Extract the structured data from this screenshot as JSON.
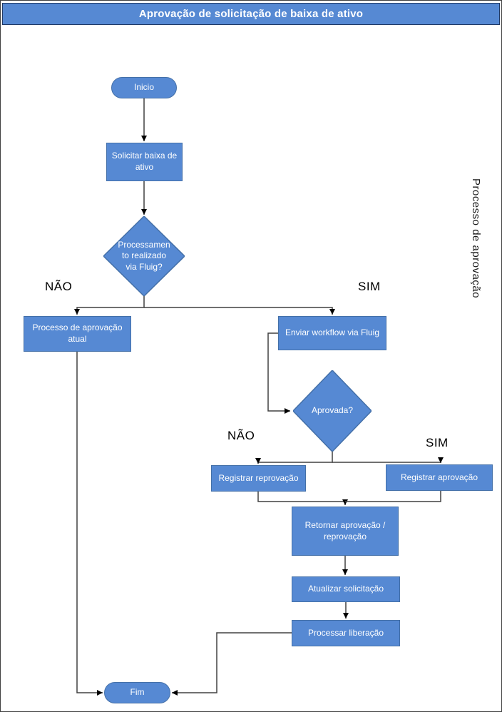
{
  "title": "Aprovação de solicitação de baixa de ativo",
  "lane_label": "Processo de aprovação",
  "colors": {
    "shape_fill": "#5689D3",
    "shape_border": "#4470A8",
    "title_border": "#1F3864",
    "connector": "#404040",
    "arrow": "#000000",
    "page_border": "#3F3F3F",
    "label_color": "#000000"
  },
  "nodes": {
    "inicio": "Inicio",
    "solicitar": "Solicitar baixa de\nativo",
    "decisao_fluig": "Processamen\nto realizado\nvia Fluig?",
    "processo_atual": "Processo de aprovação\natual",
    "enviar_workflow": "Enviar workflow via Fluig",
    "aprovada": "Aprovada?",
    "registrar_reprovacao": "Registrar reprovação",
    "registrar_aprovacao": "Registrar aprovação",
    "retornar": "Retornar aprovação /\nreprovação",
    "atualizar": "Atualizar solicitação",
    "processar": "Processar liberação",
    "fim": "Fim"
  },
  "branch_labels": {
    "nao_fluig": "NÃO",
    "sim_fluig": "SIM",
    "nao_aprovada": "NÃO",
    "sim_aprovada": "SIM"
  }
}
